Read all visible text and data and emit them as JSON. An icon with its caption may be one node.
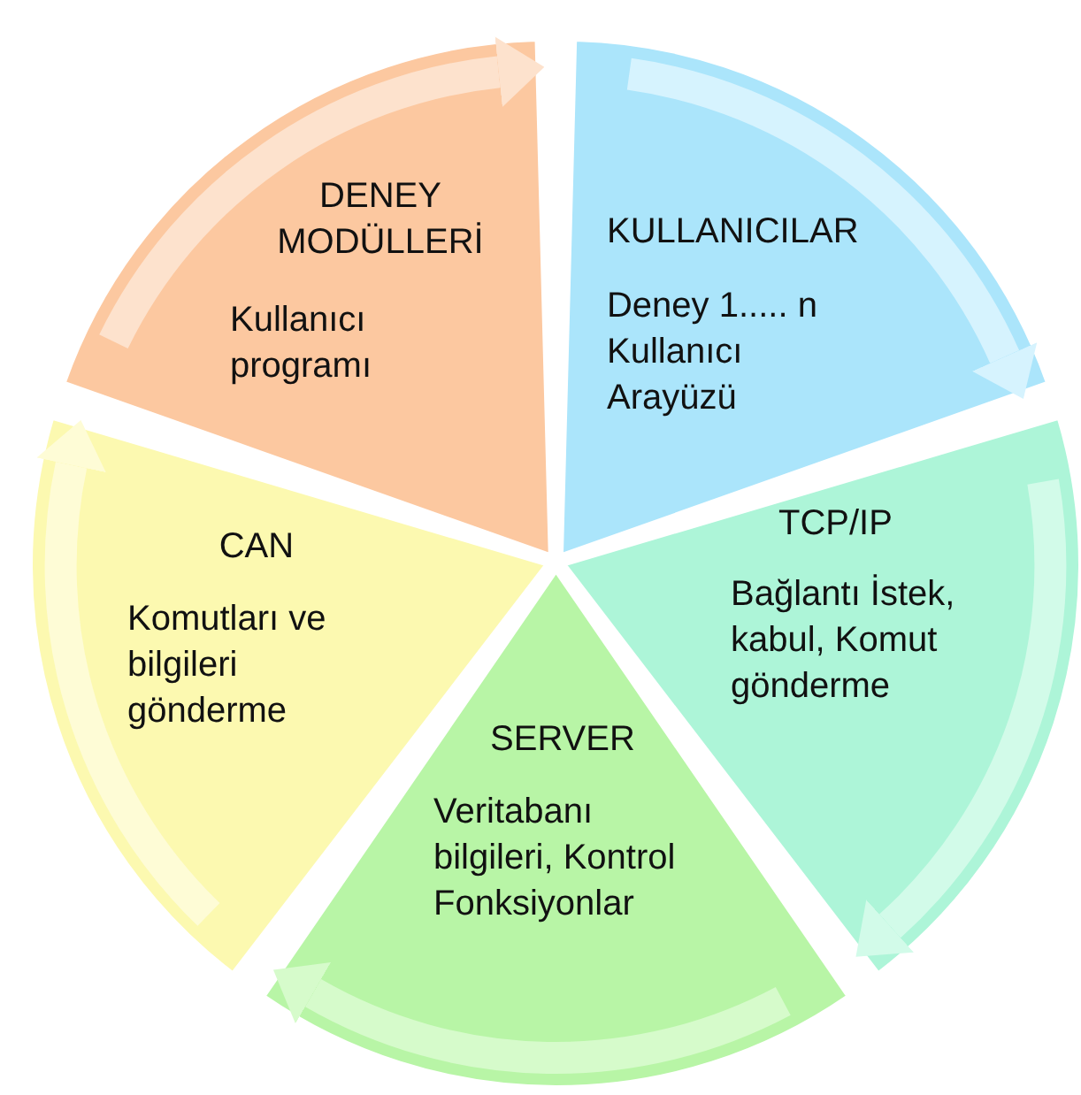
{
  "diagram": {
    "nodes": [
      {
        "text": [
          "DENEY MODÜLLERİ",
          "Kullanıcı programı"
        ]
      },
      {
        "text": [
          "KULLANICILAR",
          "Deney 1..... n Kullanıcı Arayüzü"
        ]
      },
      {
        "text": [
          "TCP/IP",
          "Bağlantı İstek, kabul, Komut gönderme"
        ]
      },
      {
        "text": [
          "SERVER",
          "Veritabanı bilgileri, Kontrol Fonksiyonlar"
        ]
      },
      {
        "text": [
          "CAN",
          "Komutları ve bilgileri gönderme"
        ]
      }
    ],
    "edges": [
      {
        "from": 0,
        "to": 1,
        "arrow": "to"
      },
      {
        "from": 1,
        "to": 2,
        "arrow": "to"
      },
      {
        "from": 2,
        "to": 3,
        "arrow": "to"
      },
      {
        "from": 3,
        "to": 4,
        "arrow": "to"
      },
      {
        "from": 4,
        "to": 0,
        "arrow": "to"
      }
    ]
  }
}
